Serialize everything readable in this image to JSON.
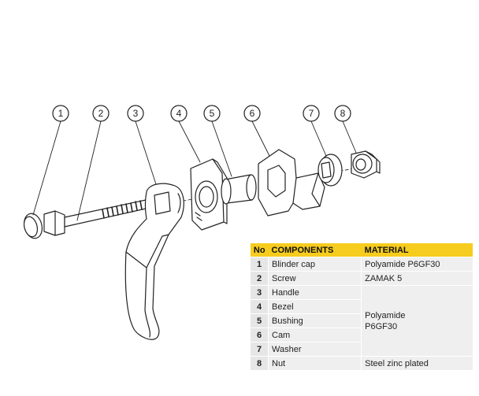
{
  "callouts": [
    "1",
    "2",
    "3",
    "4",
    "5",
    "6",
    "7",
    "8"
  ],
  "table": {
    "headers": {
      "no": "No",
      "component": "COMPONENTS",
      "material": "MATERIAL"
    },
    "rows": [
      {
        "no": "1",
        "component": "Blinder cap"
      },
      {
        "no": "2",
        "component": "Screw"
      },
      {
        "no": "3",
        "component": "Handle"
      },
      {
        "no": "4",
        "component": "Bezel"
      },
      {
        "no": "5",
        "component": "Bushing"
      },
      {
        "no": "6",
        "component": "Cam"
      },
      {
        "no": "7",
        "component": "Washer"
      },
      {
        "no": "8",
        "component": "Nut"
      }
    ],
    "materials": {
      "blinder_cap": "Polyamide P6GF30",
      "screw": "ZAMAK 5",
      "handle_to_washer": "Polyamide P6GF30",
      "nut": "Steel zinc plated"
    }
  },
  "colors": {
    "header": "#f6cc1e",
    "row": "#efefef",
    "line": "#222222"
  }
}
